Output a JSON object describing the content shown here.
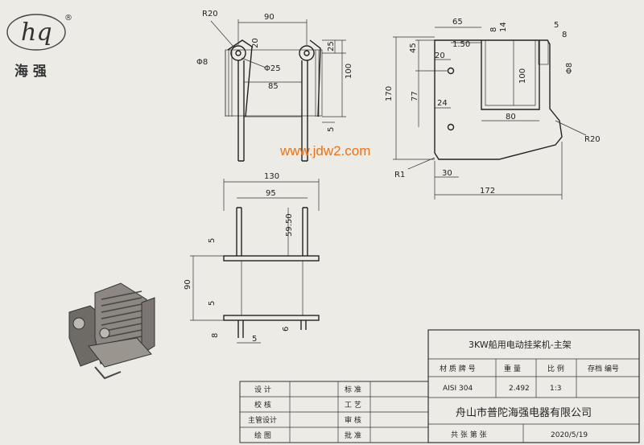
{
  "logo": {
    "mark": "hq",
    "registered": "®",
    "name": "海 强"
  },
  "watermark": {
    "url": "www.jdw2.com"
  },
  "dimensions": {
    "top_left": {
      "r20": "R20",
      "w90": "90",
      "phi8": "Φ8",
      "d20": "20",
      "phi25": "Φ25",
      "w85": "85",
      "h25": "25",
      "h100": "100",
      "h5": "5"
    },
    "top_right": {
      "w65": "65",
      "d8": "8",
      "d14": "14",
      "d5": "5",
      "d8b": "8",
      "d1_50": "1.50",
      "d45": "45",
      "d20": "20",
      "h170": "170",
      "h100": "100",
      "phi8": "Φ8",
      "d77": "77",
      "d24": "24",
      "d80": "80",
      "r20": "R20",
      "r1": "R1",
      "w30": "30",
      "w172": "172"
    },
    "bottom": {
      "w130": "130",
      "w95": "95",
      "h59_50": "59.50",
      "d5a": "5",
      "h90": "90",
      "d5b": "5",
      "d8": "8",
      "d6": "6",
      "d5c": "5"
    }
  },
  "title_block": {
    "drawing_title": "3KW船用电动挂桨机-主架",
    "headers": {
      "material": "材 质 牌 号",
      "weight": "重 量",
      "scale": "比 例",
      "part_no": "存档 编号"
    },
    "values": {
      "material": "AISI 304",
      "weight": "2.492",
      "scale": "1:3"
    },
    "company": "舟山市普陀海强电器有限公司",
    "sheets": "共  张  第  张",
    "date": "2020/5/19",
    "roles": {
      "design": "设 计",
      "check": "校 核",
      "chief": "主管设计",
      "draw": "绘 图",
      "standard": "标 准",
      "process": "工 艺",
      "review": "审 核",
      "approve": "批 准"
    }
  }
}
